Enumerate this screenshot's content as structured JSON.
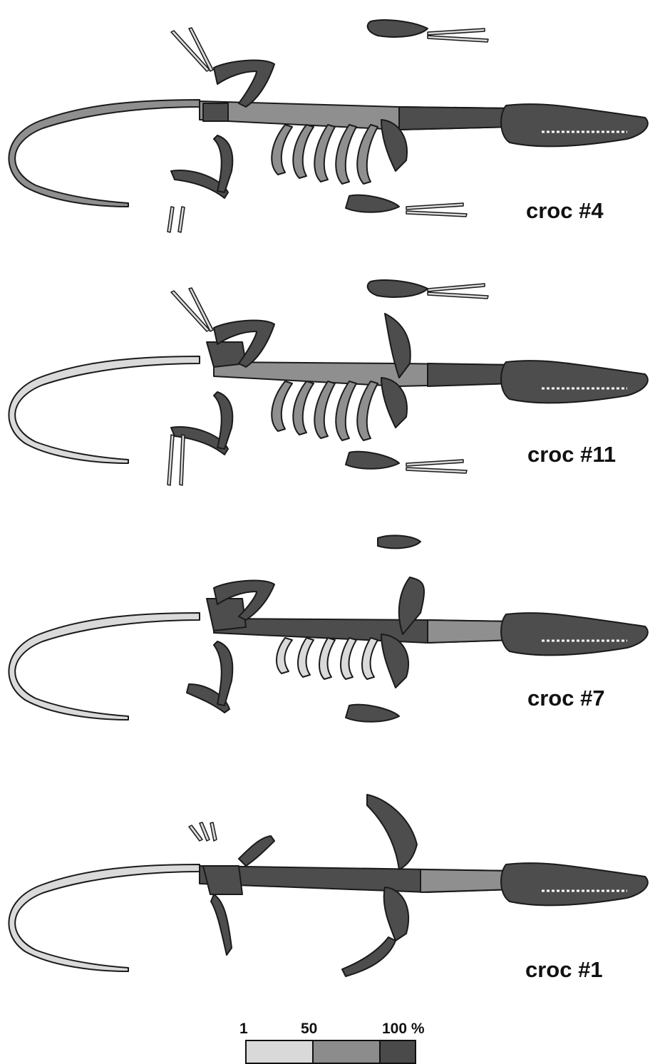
{
  "specimens": [
    {
      "label": "croc #4"
    },
    {
      "label": "croc #11"
    },
    {
      "label": "croc #7"
    },
    {
      "label": "croc #1"
    }
  ],
  "legend": {
    "ticks": [
      "1",
      "50",
      "100 %"
    ],
    "colors": {
      "low": "#d9d9d9",
      "mid": "#8c8c8c",
      "high": "#4a4a4a"
    }
  },
  "colors": {
    "dark": "#4d4d4d",
    "mid": "#8f8f8f",
    "light": "#dadada",
    "outline": "#1a1a1a"
  }
}
